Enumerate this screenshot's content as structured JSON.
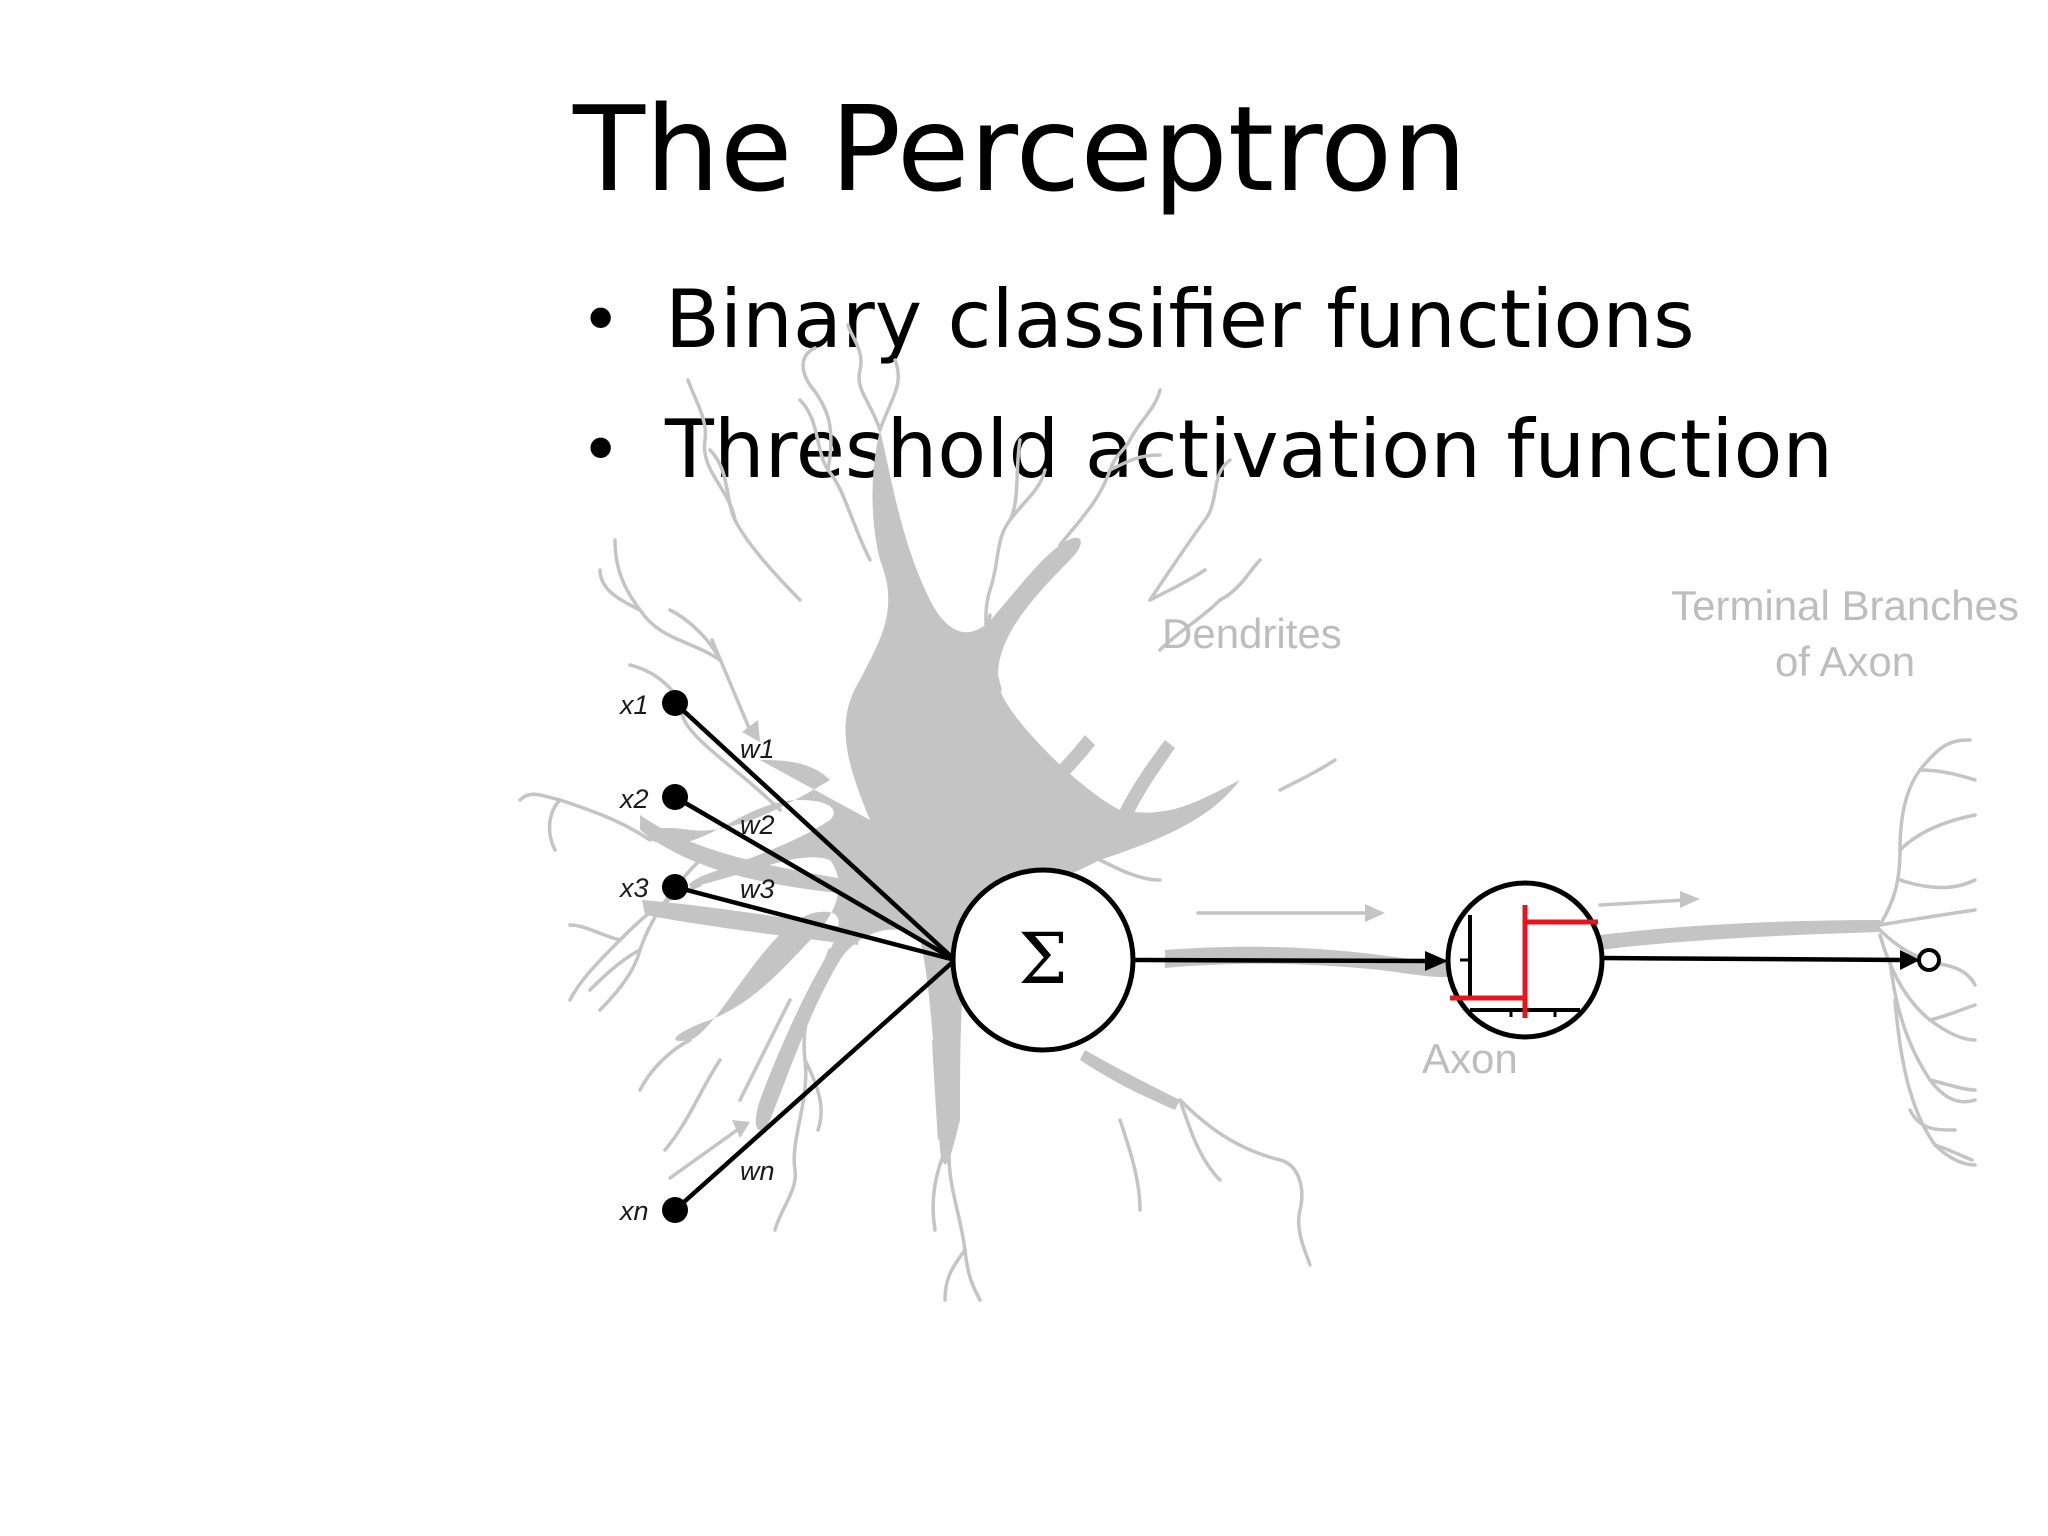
{
  "slide": {
    "title": "The Perceptron",
    "bullets": [
      {
        "symbol": "•",
        "text": "Binary classifier functions"
      },
      {
        "symbol": "•",
        "text": "Threshold activation function"
      }
    ]
  },
  "diagram": {
    "inputs": [
      {
        "label": "x1",
        "weight": "w1"
      },
      {
        "label": "x2",
        "weight": "w2"
      },
      {
        "label": "x3",
        "weight": "w3"
      },
      {
        "label": "xn",
        "weight": "wn"
      }
    ],
    "summation_symbol": "Σ",
    "neuron_labels": {
      "dendrites": "Dendrites",
      "axon": "Axon",
      "terminal_line1": "Terminal Branches",
      "terminal_line2": "of Axon"
    },
    "colors": {
      "neuron": "#c4c4c4",
      "neuron_label": "#bdbdbd",
      "wiring": "#000000",
      "threshold_step": "#e8141c"
    },
    "icons": {
      "summation": "summation-node-icon",
      "threshold": "step-function-icon",
      "output": "output-node-icon"
    }
  }
}
